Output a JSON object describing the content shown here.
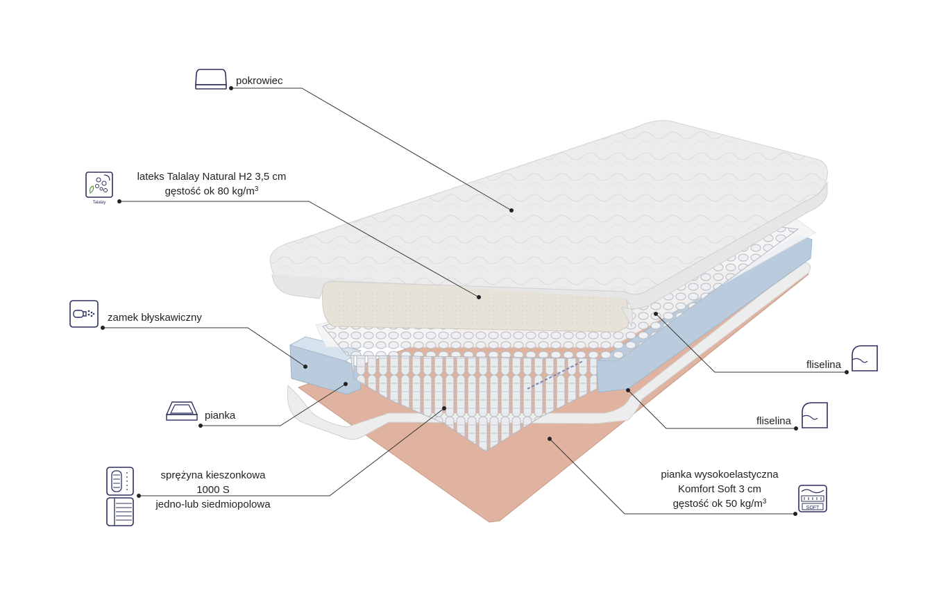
{
  "labels": {
    "cover": "pokrowiec",
    "latex_line1": "lateks Talalay Natural H2 3,5 cm",
    "latex_line2_prefix": "gęstość ok 80 kg/m",
    "latex_line2_sup": "3",
    "latex_icon_text": "Talalay",
    "zipper": "zamek błyskawiczny",
    "foam": "pianka",
    "spring_line1": "sprężyna kieszonkowa",
    "spring_line2": "1000 S",
    "spring_line3": "jedno-lub siedmiopolowa",
    "fleece_top": "fliselina",
    "fleece_bottom": "fliselina",
    "hr_line1": "pianka wysokoelastyczna",
    "hr_line2": "Komfort Soft 3 cm",
    "hr_line3_prefix": "gęstość ok 50 kg/m",
    "hr_line3_sup": "3",
    "hr_icon_text": "SOFT"
  },
  "colors": {
    "icon_stroke": "#2b2f5e",
    "leader_line": "#333333",
    "cover_fabric": "#ececec",
    "latex": "#e6e2d8",
    "springs": "#d8dbe0",
    "blue_foam": "#b9cbdc",
    "high_resilience_foam": "#e0b3a0"
  }
}
